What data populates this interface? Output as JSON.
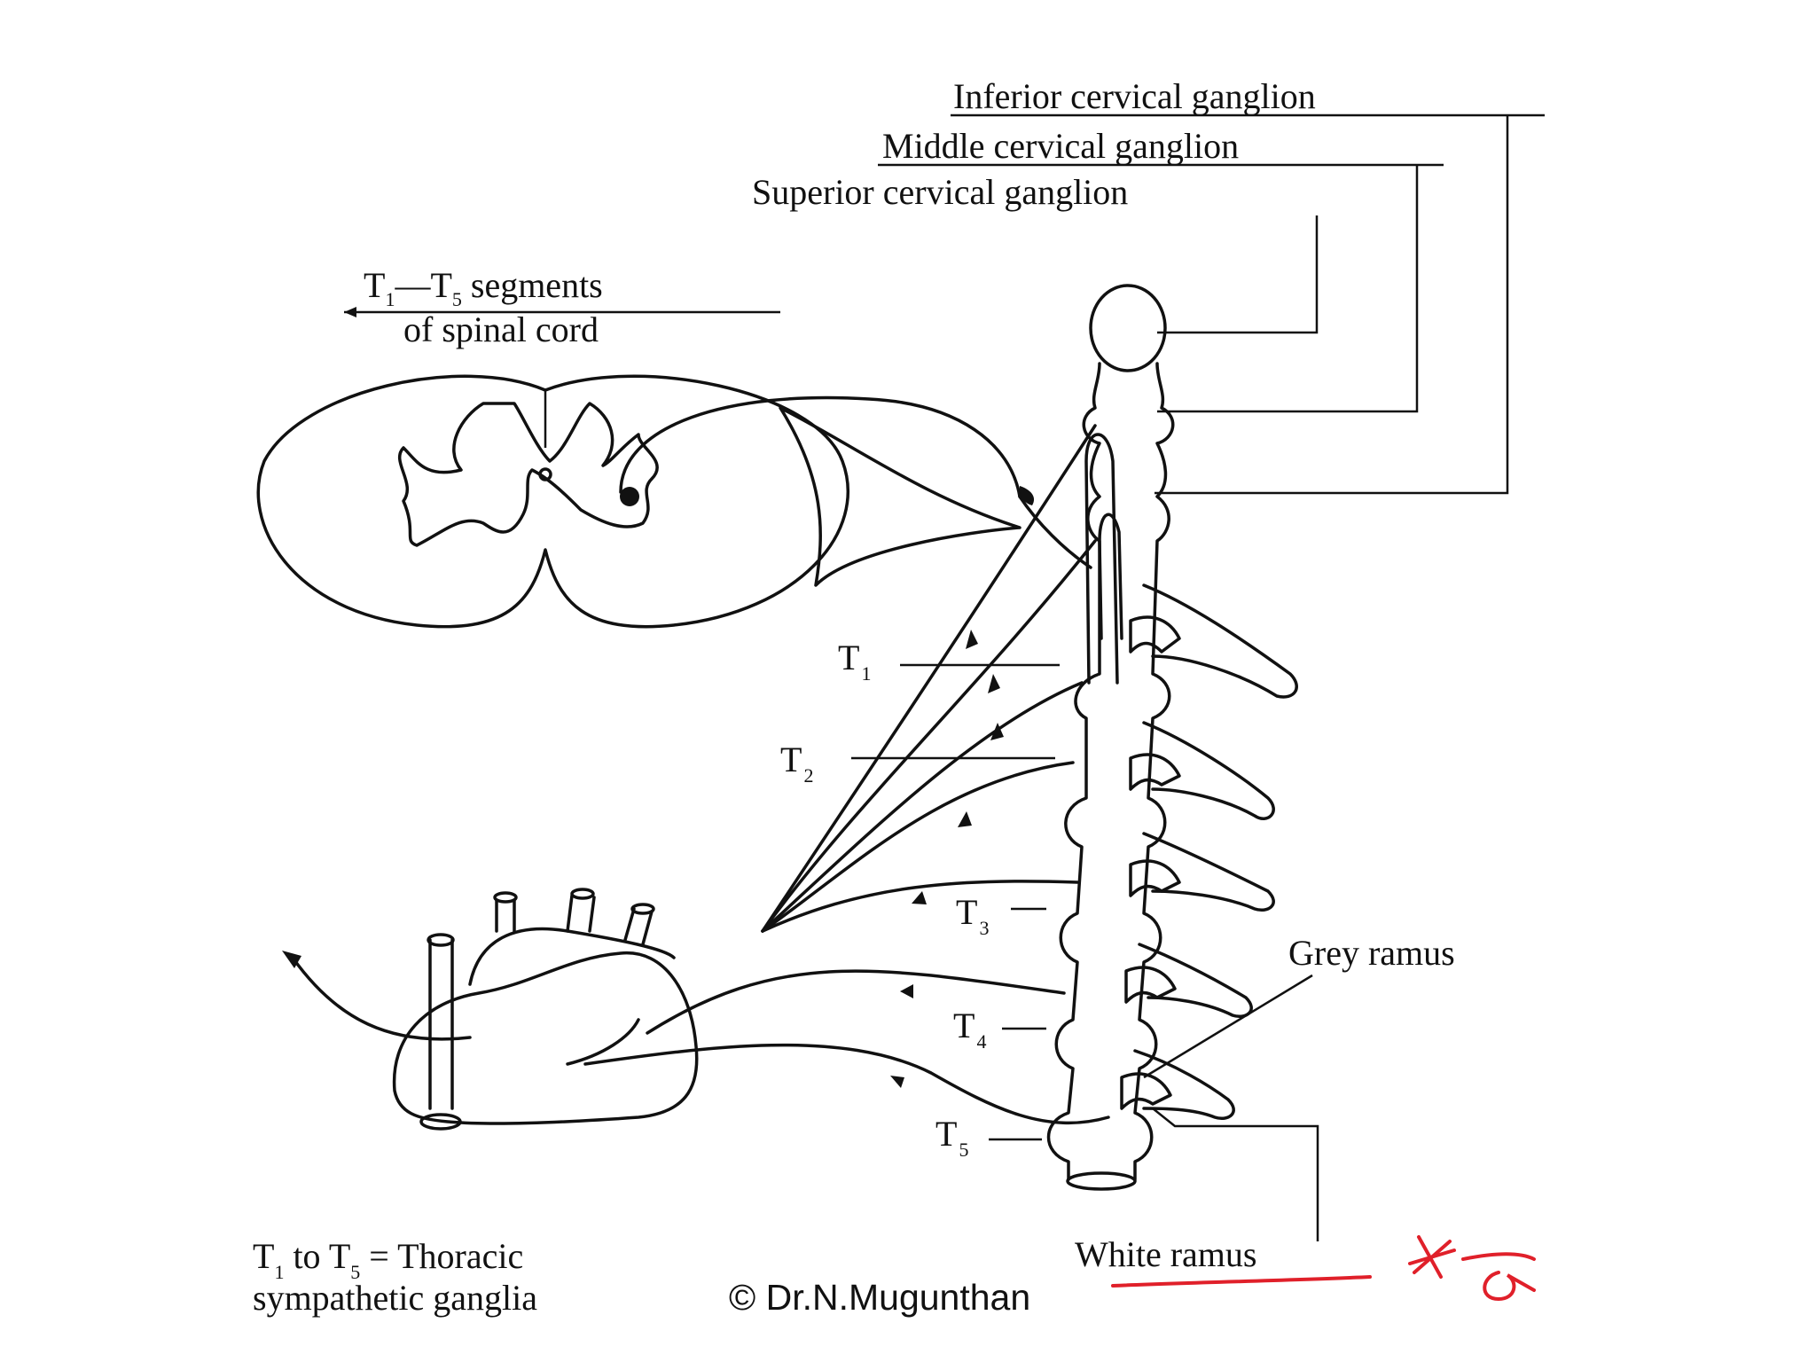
{
  "labels": {
    "inferior": "Inferior cervical ganglion",
    "middle": "Middle cervical ganglion",
    "superior": "Superior cervical ganglion",
    "segments_line1_a": "T",
    "segments_line1_sub1": "1",
    "segments_line1_dash": "—T",
    "segments_line1_sub2": "5",
    "segments_line1_b": " segments",
    "segments_line2": "of spinal cord",
    "grey_ramus": "Grey ramus",
    "white_ramus": "White ramus",
    "t_letter": "T",
    "t1_sub": "1",
    "t2_sub": "2",
    "t3_sub": "3",
    "t4_sub": "4",
    "t5_sub": "5",
    "caption_t": "T",
    "caption_sub1": "1",
    "caption_to": " to T",
    "caption_sub5": "5",
    "caption_rest": " = Thoracic",
    "caption_line2": "sympathetic ganglia",
    "credit": "© Dr.N.Mugunthan"
  },
  "colors": {
    "ink": "#111111",
    "annotation": "#e0202a"
  }
}
